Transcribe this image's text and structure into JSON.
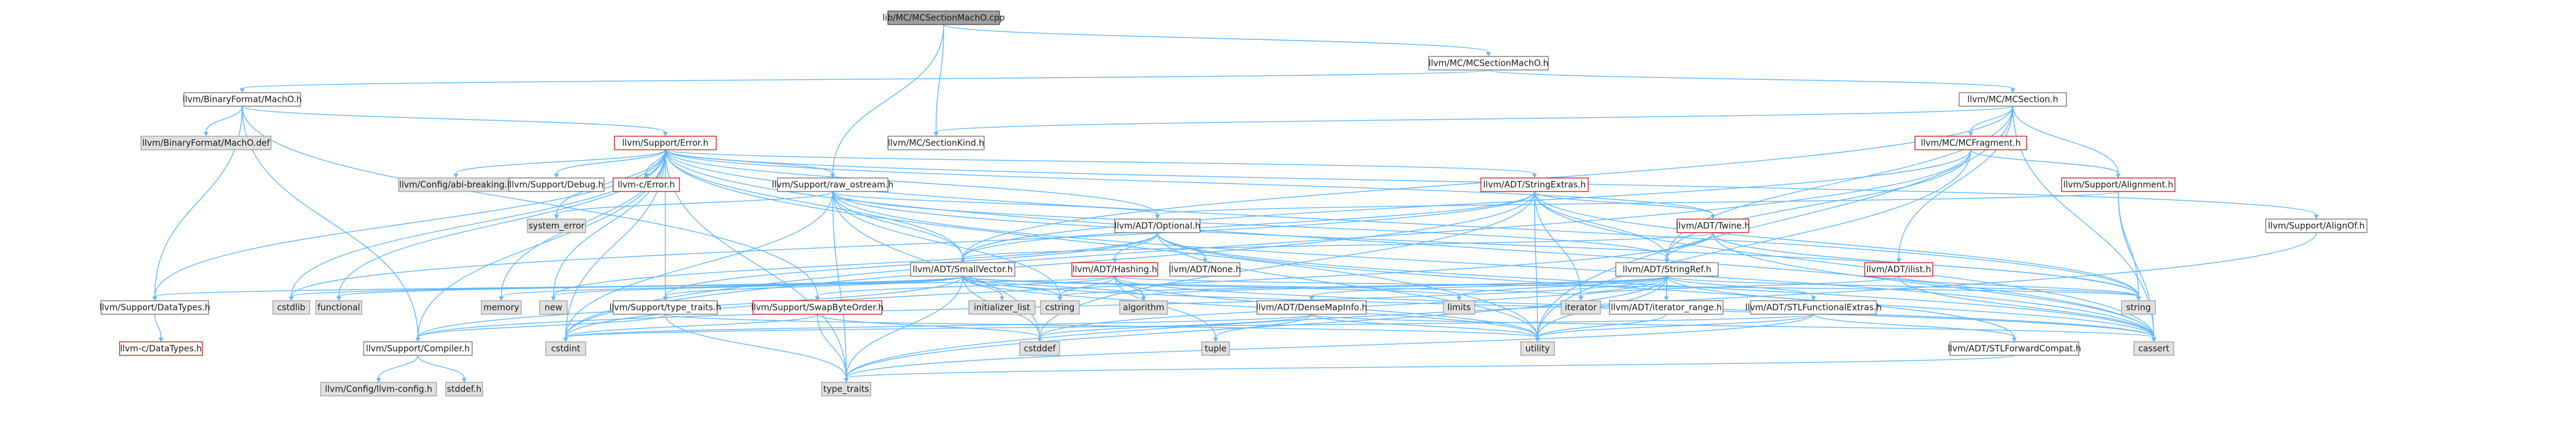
{
  "colors": {
    "edge": "#63b8ff",
    "node_border_normal": "#666666",
    "node_border_truncated": "#cc0000",
    "node_border_focus": "#444444",
    "node_fill_normal": "#ffffff",
    "node_fill_external": "#e0e0e0",
    "node_fill_focus": "#a0a0a0",
    "text": "#1a1a1a"
  },
  "nodes": [
    {
      "id": "root",
      "label": "lib/MC/MCSectionMachO.cpp",
      "kind": "focus"
    },
    {
      "id": "mcsecmacho",
      "label": "llvm/MC/MCSectionMachO.h",
      "kind": "normal"
    },
    {
      "id": "binfmt",
      "label": "llvm/BinaryFormat/MachO.h",
      "kind": "normal"
    },
    {
      "id": "binfmtdef",
      "label": "llvm/BinaryFormat/MachO.def",
      "kind": "external"
    },
    {
      "id": "mcsection",
      "label": "llvm/MC/MCSection.h",
      "kind": "normal"
    },
    {
      "id": "sectionkind",
      "label": "llvm/MC/SectionKind.h",
      "kind": "normal"
    },
    {
      "id": "error",
      "label": "llvm/Support/Error.h",
      "kind": "truncated"
    },
    {
      "id": "mcfragment",
      "label": "llvm/MC/MCFragment.h",
      "kind": "truncated"
    },
    {
      "id": "abibreaking",
      "label": "llvm/Config/abi-breaking.h",
      "kind": "external"
    },
    {
      "id": "debug",
      "label": "llvm/Support/Debug.h",
      "kind": "normal"
    },
    {
      "id": "cerror",
      "label": "llvm-c/Error.h",
      "kind": "truncated"
    },
    {
      "id": "rawostream",
      "label": "llvm/Support/raw_ostream.h",
      "kind": "normal"
    },
    {
      "id": "stringextras",
      "label": "llvm/ADT/StringExtras.h",
      "kind": "truncated"
    },
    {
      "id": "alignment",
      "label": "llvm/Support/Alignment.h",
      "kind": "truncated"
    },
    {
      "id": "sysyerror",
      "label": "system_error",
      "kind": "external"
    },
    {
      "id": "optional",
      "label": "llvm/ADT/Optional.h",
      "kind": "normal"
    },
    {
      "id": "twine",
      "label": "llvm/ADT/Twine.h",
      "kind": "truncated"
    },
    {
      "id": "alignof",
      "label": "llvm/Support/AlignOf.h",
      "kind": "normal"
    },
    {
      "id": "hashing",
      "label": "llvm/ADT/Hashing.h",
      "kind": "truncated"
    },
    {
      "id": "none",
      "label": "llvm/ADT/None.h",
      "kind": "normal"
    },
    {
      "id": "smallvector",
      "label": "llvm/ADT/SmallVector.h",
      "kind": "normal"
    },
    {
      "id": "stringref",
      "label": "llvm/ADT/StringRef.h",
      "kind": "normal"
    },
    {
      "id": "ilist",
      "label": "llvm/ADT/ilist.h",
      "kind": "truncated"
    },
    {
      "id": "datatypes",
      "label": "llvm/Support/DataTypes.h",
      "kind": "normal"
    },
    {
      "id": "cstdlib",
      "label": "cstdlib",
      "kind": "external"
    },
    {
      "id": "functional",
      "label": "functional",
      "kind": "external"
    },
    {
      "id": "memory",
      "label": "memory",
      "kind": "external"
    },
    {
      "id": "new",
      "label": "new",
      "kind": "external"
    },
    {
      "id": "typetraits_h",
      "label": "llvm/Support/type_traits.h",
      "kind": "normal"
    },
    {
      "id": "swapbyteorder",
      "label": "llvm/Support/SwapByteOrder.h",
      "kind": "truncated"
    },
    {
      "id": "initlist",
      "label": "initializer_list",
      "kind": "external"
    },
    {
      "id": "cstring",
      "label": "cstring",
      "kind": "external"
    },
    {
      "id": "algorithm",
      "label": "algorithm",
      "kind": "external"
    },
    {
      "id": "densemapinfo",
      "label": "llvm/ADT/DenseMapInfo.h",
      "kind": "normal"
    },
    {
      "id": "limits",
      "label": "limits",
      "kind": "external"
    },
    {
      "id": "iterator",
      "label": "iterator",
      "kind": "external"
    },
    {
      "id": "iteratorrange",
      "label": "llvm/ADT/iterator_range.h",
      "kind": "normal"
    },
    {
      "id": "stlfunc",
      "label": "llvm/ADT/STLFunctionalExtras.h",
      "kind": "normal"
    },
    {
      "id": "string",
      "label": "string",
      "kind": "external"
    },
    {
      "id": "cdatatypes",
      "label": "llvm-c/DataTypes.h",
      "kind": "truncated"
    },
    {
      "id": "compiler",
      "label": "llvm/Support/Compiler.h",
      "kind": "normal"
    },
    {
      "id": "cstdint",
      "label": "cstdint",
      "kind": "external"
    },
    {
      "id": "cstddef",
      "label": "cstddef",
      "kind": "external"
    },
    {
      "id": "tuple",
      "label": "tuple",
      "kind": "external"
    },
    {
      "id": "utility",
      "label": "utility",
      "kind": "external"
    },
    {
      "id": "stlforward",
      "label": "llvm/ADT/STLForwardCompat.h",
      "kind": "normal"
    },
    {
      "id": "cassert",
      "label": "cassert",
      "kind": "external"
    },
    {
      "id": "llvmconfig",
      "label": "llvm/Config/llvm-config.h",
      "kind": "external"
    },
    {
      "id": "stddef",
      "label": "stddef.h",
      "kind": "external"
    },
    {
      "id": "typetraits",
      "label": "type_traits",
      "kind": "external"
    }
  ],
  "edges": [
    [
      "root",
      "mcsecmacho"
    ],
    [
      "root",
      "sectionkind"
    ],
    [
      "root",
      "rawostream"
    ],
    [
      "mcsecmacho",
      "binfmt"
    ],
    [
      "mcsecmacho",
      "mcsection"
    ],
    [
      "binfmt",
      "binfmtdef"
    ],
    [
      "binfmt",
      "error"
    ],
    [
      "binfmt",
      "compiler"
    ],
    [
      "binfmt",
      "datatypes"
    ],
    [
      "binfmt",
      "swapbyteorder"
    ],
    [
      "mcsection",
      "sectionkind"
    ],
    [
      "mcsection",
      "mcfragment"
    ],
    [
      "mcsection",
      "alignment"
    ],
    [
      "mcsection",
      "ilist"
    ],
    [
      "mcsection",
      "smallvector"
    ],
    [
      "mcsection",
      "stringref"
    ],
    [
      "mcsection",
      "cassert"
    ],
    [
      "mcsection",
      "utility"
    ],
    [
      "error",
      "abibreaking"
    ],
    [
      "error",
      "debug"
    ],
    [
      "error",
      "cerror"
    ],
    [
      "error",
      "rawostream"
    ],
    [
      "error",
      "stringextras"
    ],
    [
      "error",
      "twine"
    ],
    [
      "error",
      "optional"
    ],
    [
      "error",
      "smallvector"
    ],
    [
      "error",
      "alignof"
    ],
    [
      "error",
      "sysyerror"
    ],
    [
      "error",
      "datatypes"
    ],
    [
      "error",
      "compiler"
    ],
    [
      "error",
      "cstdint"
    ],
    [
      "error",
      "cstdlib"
    ],
    [
      "error",
      "functional"
    ],
    [
      "error",
      "memory"
    ],
    [
      "error",
      "new"
    ],
    [
      "error",
      "string"
    ],
    [
      "error",
      "cassert"
    ],
    [
      "error",
      "typetraits"
    ],
    [
      "error",
      "utility"
    ],
    [
      "error",
      "typetraits_h"
    ],
    [
      "mcfragment",
      "alignment"
    ],
    [
      "mcfragment",
      "stringref"
    ],
    [
      "mcfragment",
      "smallvector"
    ],
    [
      "mcfragment",
      "cstdint"
    ],
    [
      "mcfragment",
      "utility"
    ],
    [
      "rawostream",
      "optional"
    ],
    [
      "rawostream",
      "smallvector"
    ],
    [
      "rawostream",
      "stringref"
    ],
    [
      "rawostream",
      "sysyerror"
    ],
    [
      "rawostream",
      "cassert"
    ],
    [
      "rawostream",
      "cstddef"
    ],
    [
      "rawostream",
      "cstdint"
    ],
    [
      "rawostream",
      "cstring"
    ],
    [
      "rawostream",
      "string"
    ],
    [
      "rawostream",
      "typetraits"
    ],
    [
      "stringextras",
      "twine"
    ],
    [
      "stringextras",
      "stringref"
    ],
    [
      "stringextras",
      "smallvector"
    ],
    [
      "stringextras",
      "iterator"
    ],
    [
      "stringextras",
      "cassert"
    ],
    [
      "stringextras",
      "cstddef"
    ],
    [
      "stringextras",
      "cstdint"
    ],
    [
      "stringextras",
      "string"
    ],
    [
      "stringextras",
      "utility"
    ],
    [
      "stringextras",
      "cstdlib"
    ],
    [
      "alignment",
      "cassert"
    ],
    [
      "alignment",
      "optional"
    ],
    [
      "alignment",
      "string"
    ],
    [
      "optional",
      "hashing"
    ],
    [
      "optional",
      "none"
    ],
    [
      "optional",
      "stlforward"
    ],
    [
      "optional",
      "typetraits_h"
    ],
    [
      "optional",
      "cassert"
    ],
    [
      "optional",
      "new"
    ],
    [
      "optional",
      "utility"
    ],
    [
      "twine",
      "smallvector"
    ],
    [
      "twine",
      "stringref"
    ],
    [
      "twine",
      "cassert"
    ],
    [
      "twine",
      "cstdint"
    ],
    [
      "twine",
      "string"
    ],
    [
      "alignof",
      "typetraits"
    ],
    [
      "hashing",
      "datatypes"
    ],
    [
      "hashing",
      "swapbyteorder"
    ],
    [
      "hashing",
      "algorithm"
    ],
    [
      "hashing",
      "cassert"
    ],
    [
      "hashing",
      "cstring"
    ],
    [
      "hashing",
      "string"
    ],
    [
      "hashing",
      "tuple"
    ],
    [
      "hashing",
      "utility"
    ],
    [
      "smallvector",
      "compiler"
    ],
    [
      "smallvector",
      "typetraits_h"
    ],
    [
      "smallvector",
      "algorithm"
    ],
    [
      "smallvector",
      "cassert"
    ],
    [
      "smallvector",
      "cstddef"
    ],
    [
      "smallvector",
      "cstdlib"
    ],
    [
      "smallvector",
      "cstring"
    ],
    [
      "smallvector",
      "functional"
    ],
    [
      "smallvector",
      "initlist"
    ],
    [
      "smallvector",
      "iterator"
    ],
    [
      "smallvector",
      "limits"
    ],
    [
      "smallvector",
      "memory"
    ],
    [
      "smallvector",
      "new"
    ],
    [
      "smallvector",
      "typetraits"
    ],
    [
      "smallvector",
      "utility"
    ],
    [
      "stringref",
      "densemapinfo"
    ],
    [
      "stringref",
      "iteratorrange"
    ],
    [
      "stringref",
      "stlfunc"
    ],
    [
      "stringref",
      "compiler"
    ],
    [
      "stringref",
      "algorithm"
    ],
    [
      "stringref",
      "cassert"
    ],
    [
      "stringref",
      "cstddef"
    ],
    [
      "stringref",
      "cstring"
    ],
    [
      "stringref",
      "limits"
    ],
    [
      "stringref",
      "string"
    ],
    [
      "stringref",
      "typetraits"
    ],
    [
      "stringref",
      "utility"
    ],
    [
      "ilist",
      "cassert"
    ],
    [
      "ilist",
      "iterator"
    ],
    [
      "ilist",
      "string"
    ],
    [
      "datatypes",
      "cdatatypes"
    ],
    [
      "typetraits_h",
      "compiler"
    ],
    [
      "typetraits_h",
      "typetraits"
    ],
    [
      "typetraits_h",
      "utility"
    ],
    [
      "swapbyteorder",
      "cstddef"
    ],
    [
      "swapbyteorder",
      "cstdint"
    ],
    [
      "swapbyteorder",
      "typetraits"
    ],
    [
      "densemapinfo",
      "cassert"
    ],
    [
      "densemapinfo",
      "cstddef"
    ],
    [
      "densemapinfo",
      "cstdint"
    ],
    [
      "densemapinfo",
      "tuple"
    ],
    [
      "densemapinfo",
      "utility"
    ],
    [
      "iteratorrange",
      "utility"
    ],
    [
      "stlfunc",
      "stlforward"
    ],
    [
      "stlfunc",
      "cstdint"
    ],
    [
      "stlfunc",
      "typetraits"
    ],
    [
      "stlfunc",
      "utility"
    ],
    [
      "compiler",
      "llvmconfig"
    ],
    [
      "compiler",
      "stddef"
    ],
    [
      "stlforward",
      "typetraits"
    ]
  ]
}
